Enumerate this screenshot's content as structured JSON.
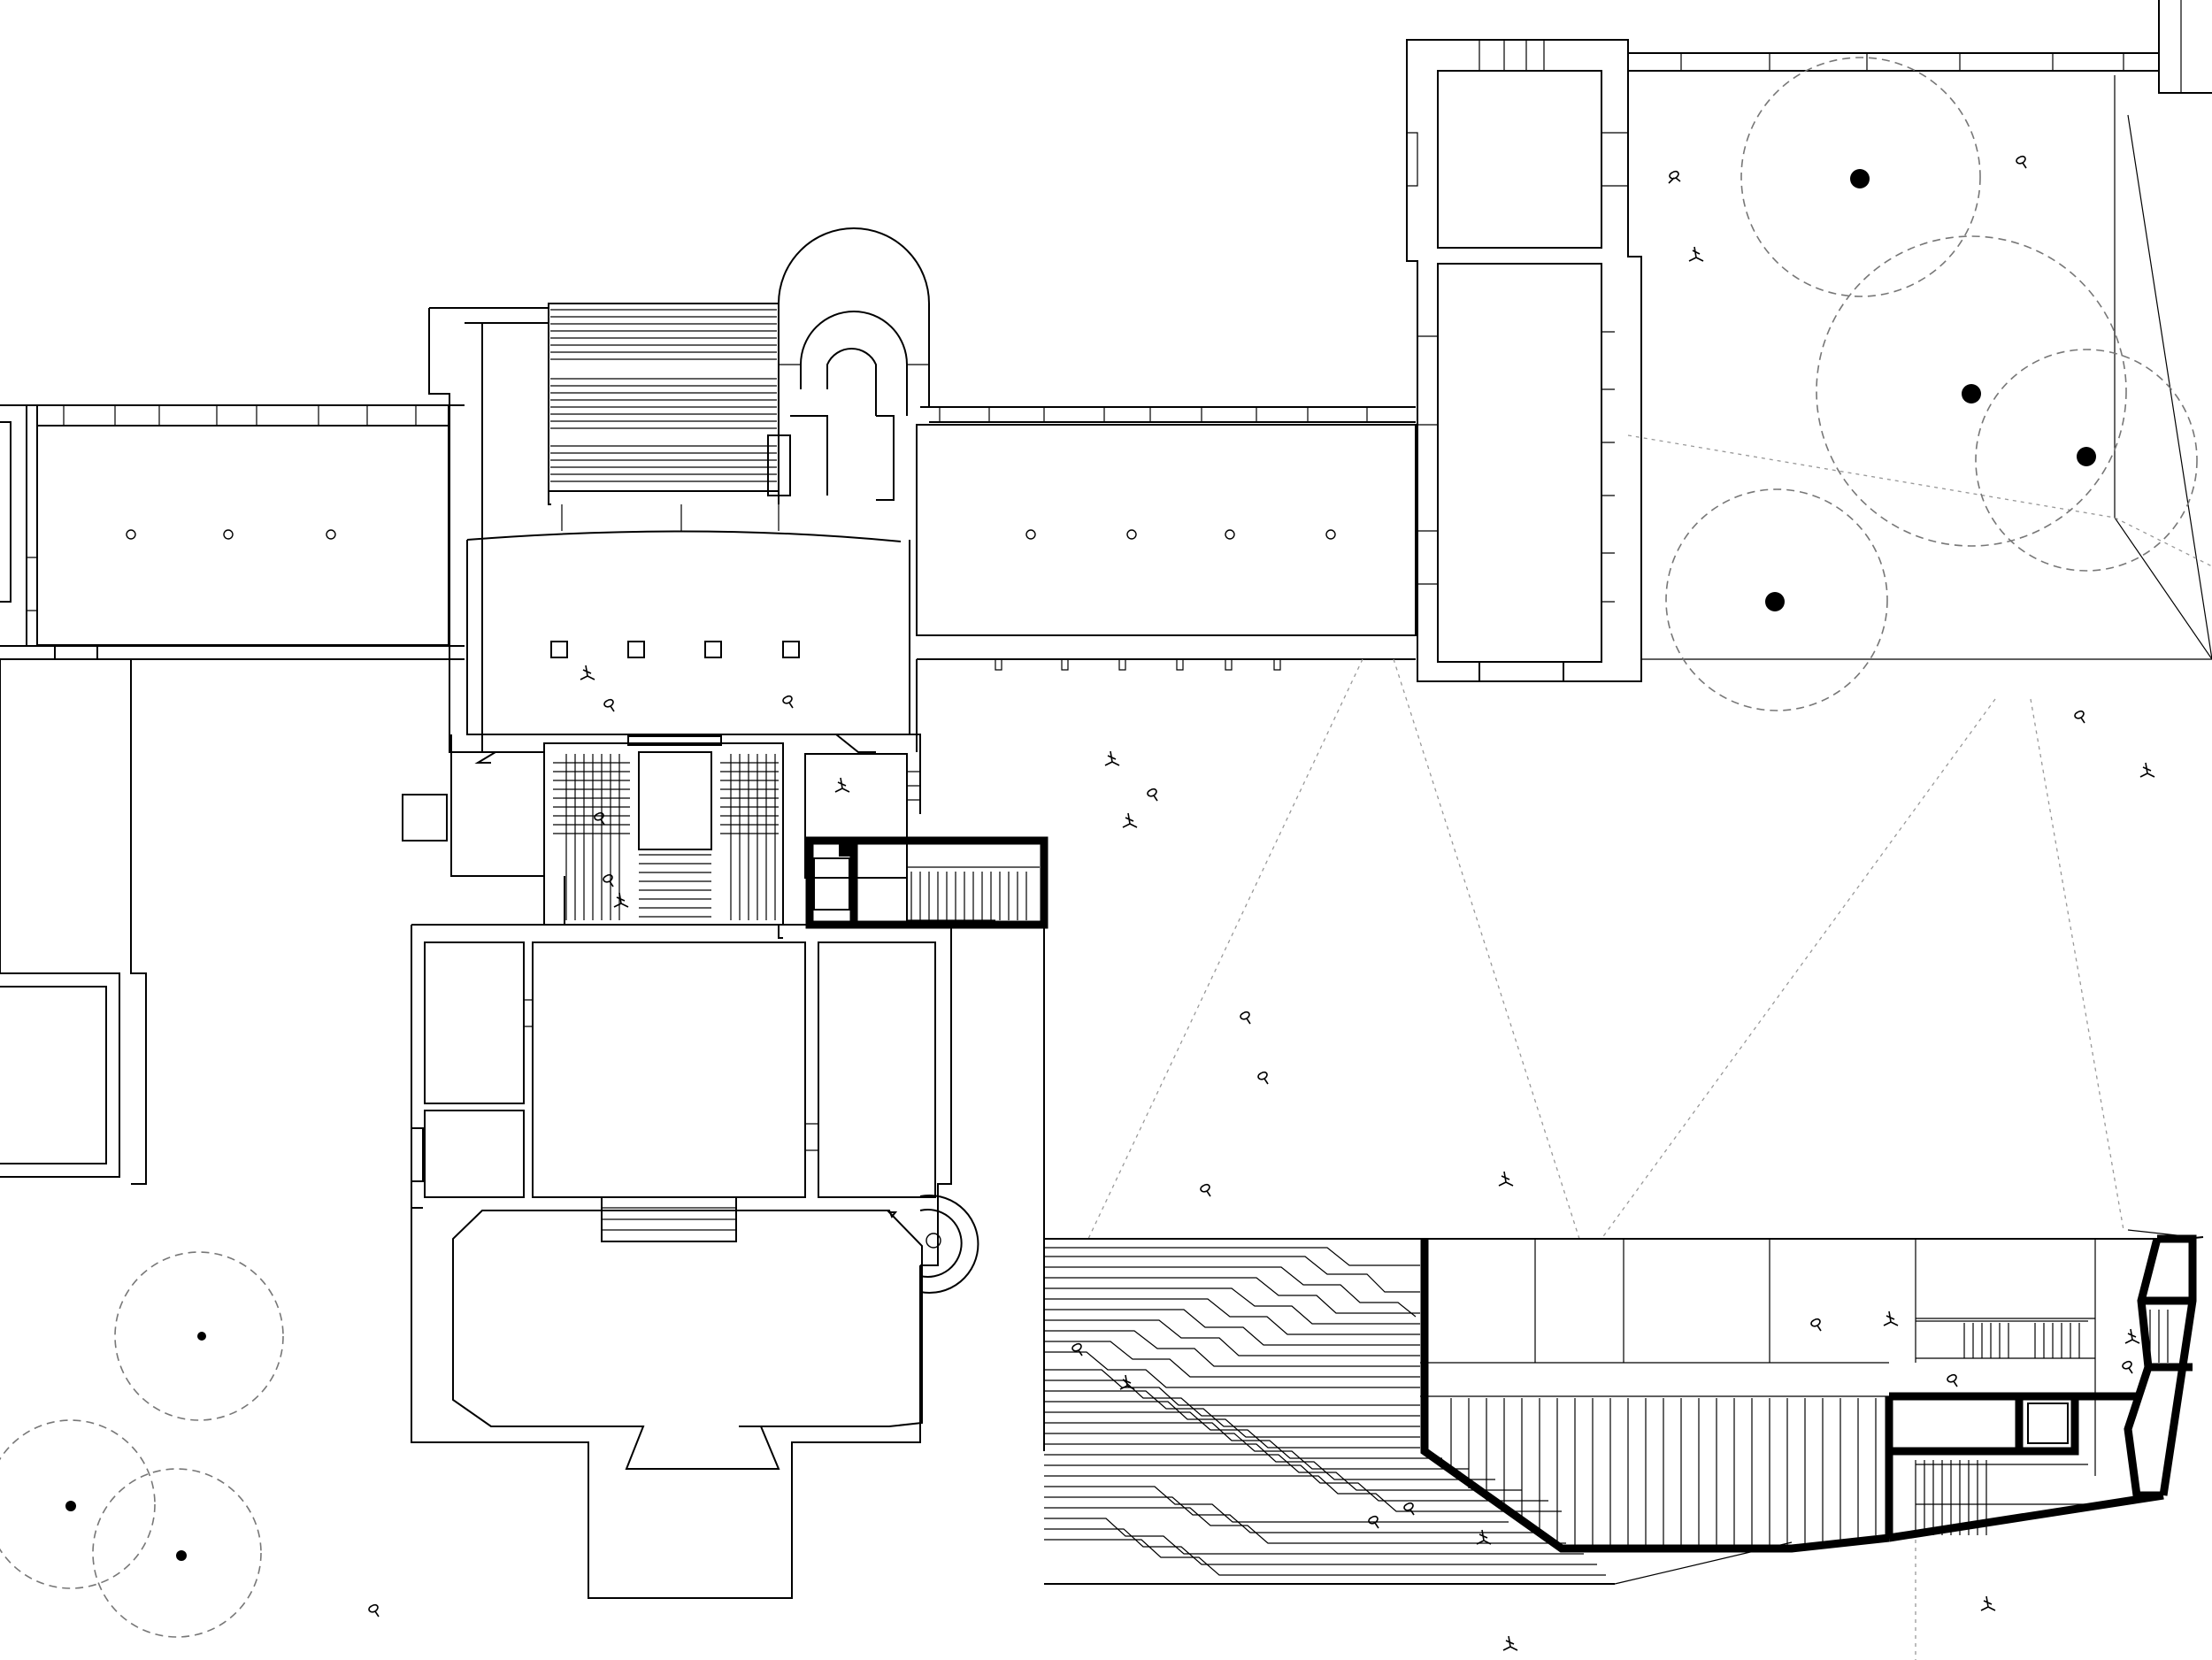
{
  "drawing": {
    "kind": "architectural-site-plan",
    "labels": []
  },
  "layers": {
    "existing_walls": "thin-line",
    "new_construction": "thick-black-line",
    "trees": "dashed-canopy-circle",
    "sight_lines": "dotted-line",
    "people": "scale-figure"
  },
  "colors": {
    "background": "#ffffff",
    "line": "#000000",
    "canopy": "#777777"
  }
}
